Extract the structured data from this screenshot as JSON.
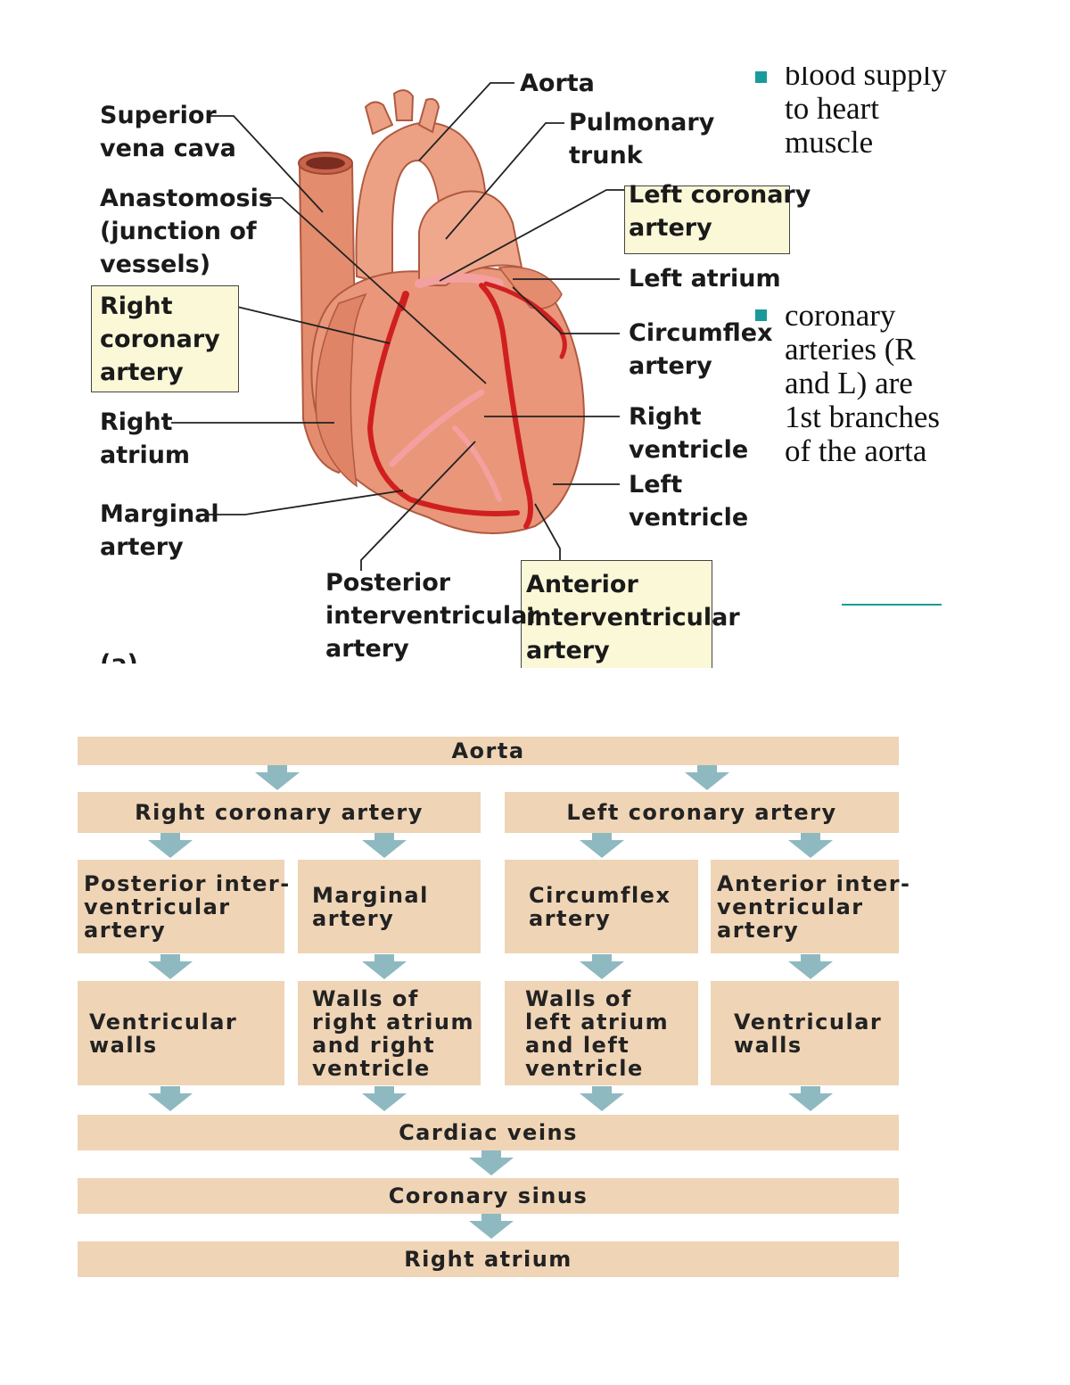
{
  "diagram": {
    "labels": {
      "superior_vena_cava": "Superior\nvena cava",
      "anastomosis": "Anastomosis\n(junction of\nvessels)",
      "right_coronary_artery": "Right\ncoronary\nartery",
      "right_atrium": "Right\natrium",
      "marginal_artery": "Marginal\nartery",
      "aorta": "Aorta",
      "pulmonary_trunk": "Pulmonary\ntrunk",
      "left_coronary_artery": "Left coronary\nartery",
      "left_atrium": "Left atrium",
      "circumflex_artery": "Circumflex\nartery",
      "right_ventricle": "Right\nventricle",
      "left_ventricle": "Left\nventricle",
      "posterior_interventricular_artery": "Posterior\ninterventricular\nartery",
      "anterior_interventricular_artery": "Anterior\ninterventricular\nartery",
      "panel_label": "(a)"
    },
    "colors": {
      "heart": "#e9967a",
      "artery": "#d01f1f",
      "highlight": "#fbf8d8"
    }
  },
  "notes": {
    "bullet1": "blood supply\nto heart\nmuscle",
    "bullet2": "coronary\narteries (R\nand L) are\n1st branches\nof the aorta",
    "bullet_color": "#1a9a9a"
  },
  "flowchart": {
    "aorta": "Aorta",
    "right_coronary_artery": "Right coronary artery",
    "left_coronary_artery": "Left coronary artery",
    "posterior_interventricular_artery": "Posterior inter-\nventricular\nartery",
    "marginal_artery": "Marginal\nartery",
    "circumflex_artery": "Circumflex\nartery",
    "anterior_interventricular_artery": "Anterior inter-\nventricular\nartery",
    "ventricular_walls_left": "Ventricular\nwalls",
    "walls_right": "Walls of\nright atrium\nand right\nventricle",
    "walls_left": "Walls of\nleft atrium\nand left\nventricle",
    "ventricular_walls_right": "Ventricular\nwalls",
    "cardiac_veins": "Cardiac veins",
    "coronary_sinus": "Coronary sinus",
    "right_atrium": "Right atrium",
    "box_color": "#efd4b6",
    "arrow_color": "#8fb9c0"
  }
}
